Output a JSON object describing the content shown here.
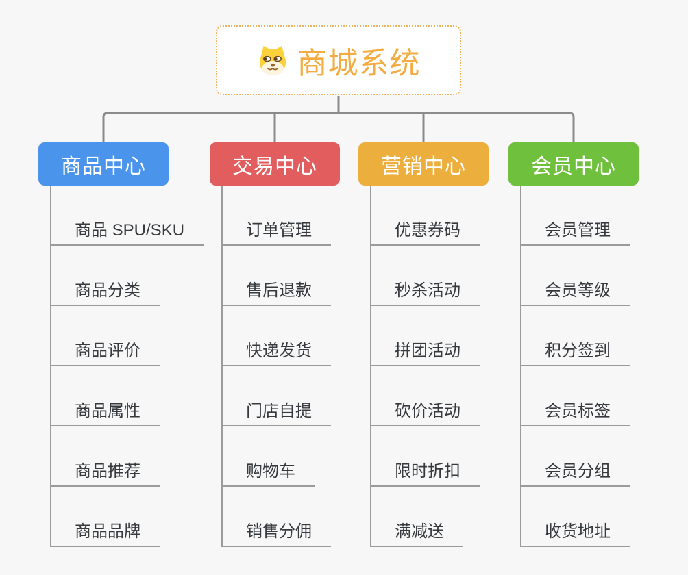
{
  "page": {
    "background": "#f7f7f7"
  },
  "root": {
    "title": "商城系统",
    "icon": "doge-icon",
    "text_color": "#f2ac41",
    "border_color": "#f0b25c"
  },
  "connector_color": "#8b8b8b",
  "line_color": "#9b9b9b",
  "branches": [
    {
      "label": "商品中心",
      "color": "#4a94ec",
      "children": [
        "商品 SPU/SKU",
        "商品分类",
        "商品评价",
        "商品属性",
        "商品推荐",
        "商品品牌"
      ]
    },
    {
      "label": "交易中心",
      "color": "#e25d5d",
      "children": [
        "订单管理",
        "售后退款",
        "快递发货",
        "门店自提",
        "购物车",
        "销售分佣"
      ]
    },
    {
      "label": "营销中心",
      "color": "#ecae3d",
      "children": [
        "优惠券码",
        "秒杀活动",
        "拼团活动",
        "砍价活动",
        "限时折扣",
        "满减送"
      ]
    },
    {
      "label": "会员中心",
      "color": "#6fc03c",
      "children": [
        "会员管理",
        "会员等级",
        "积分签到",
        "会员标签",
        "会员分组",
        "收货地址"
      ]
    }
  ]
}
